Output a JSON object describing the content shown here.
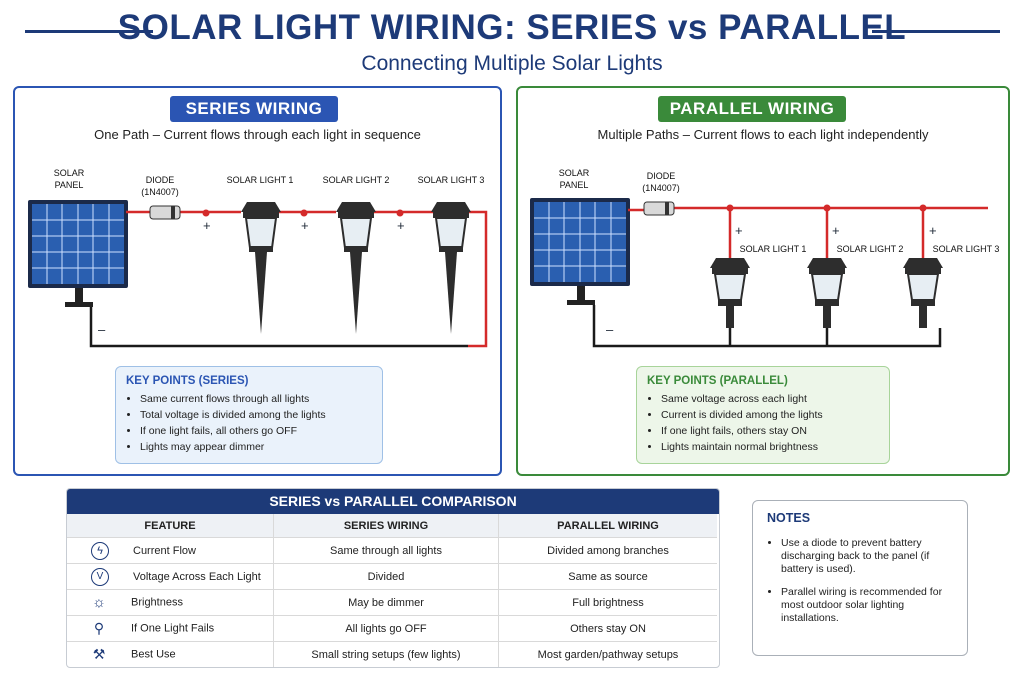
{
  "header": {
    "title": "SOLAR LIGHT WIRING: SERIES vs PARALLEL",
    "subtitle": "Connecting Multiple Solar Lights"
  },
  "series": {
    "badge": "SERIES WIRING",
    "description": "One Path – Current flows through each light in sequence",
    "panel_label_1": "SOLAR",
    "panel_label_2": "PANEL",
    "diode_label_1": "DIODE",
    "diode_label_2": "(1N4007)",
    "light_labels": [
      "SOLAR LIGHT 1",
      "SOLAR LIGHT 2",
      "SOLAR LIGHT 3"
    ],
    "plus": "+",
    "minus": "–",
    "key_points_title": "KEY POINTS (SERIES)",
    "key_points": [
      "Same current flows through all lights",
      "Total voltage is divided among the lights",
      "If one light fails, all others go OFF",
      "Lights may appear dimmer"
    ],
    "accent": "#2b55b3"
  },
  "parallel": {
    "badge": "PARALLEL WIRING",
    "description": "Multiple Paths – Current flows to each light independently",
    "panel_label_1": "SOLAR",
    "panel_label_2": "PANEL",
    "diode_label_1": "DIODE",
    "diode_label_2": "(1N4007)",
    "light_labels": [
      "SOLAR LIGHT 1",
      "SOLAR LIGHT 2",
      "SOLAR LIGHT 3"
    ],
    "plus": "+",
    "minus": "–",
    "key_points_title": "KEY POINTS (PARALLEL)",
    "key_points": [
      "Same voltage across each light",
      "Current is divided among the lights",
      "If one light fails, others stay ON",
      "Lights maintain normal brightness"
    ],
    "accent": "#3a8a3a"
  },
  "comparison": {
    "title": "SERIES vs PARALLEL COMPARISON",
    "headers": [
      "FEATURE",
      "SERIES WIRING",
      "PARALLEL WIRING"
    ],
    "rows": [
      {
        "icon": "lightning-bolt-icon",
        "feature": "Current Flow",
        "series": "Same through all lights",
        "parallel": "Divided among branches"
      },
      {
        "icon": "voltage-v-icon",
        "feature": "Voltage Across Each Light",
        "series": "Divided",
        "parallel": "Same as source"
      },
      {
        "icon": "sun-icon",
        "feature": "Brightness",
        "series": "May be dimmer",
        "parallel": "Full brightness"
      },
      {
        "icon": "broken-link-icon",
        "feature": "If One Light Fails",
        "series": "All lights go OFF",
        "parallel": "Others stay ON"
      },
      {
        "icon": "wrench-icon",
        "feature": "Best Use",
        "series": "Small string setups (few lights)",
        "parallel": "Most garden/pathway setups"
      }
    ],
    "icon_glyphs": [
      "ϟ",
      "V",
      "☼",
      "⚲",
      "⚒"
    ]
  },
  "notes": {
    "title": "NOTES",
    "items": [
      "Use a diode to prevent battery discharging back to the panel (if battery is used).",
      "Parallel wiring is recommended for most outdoor solar lighting installations."
    ]
  },
  "colors": {
    "title": "#1d3a78",
    "wire_positive": "#d42a2a",
    "wire_negative": "#1a1a1a",
    "series_border": "#2b55b3",
    "parallel_border": "#3a8a3a",
    "table_header": "#1d3a78"
  }
}
